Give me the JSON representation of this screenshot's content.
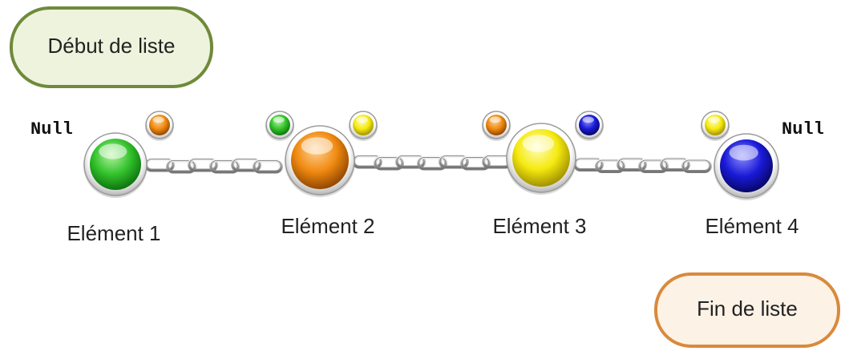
{
  "start_label": "Début de liste",
  "end_label": "Fin de liste",
  "null_left": "Null",
  "null_right": "Null",
  "elements": [
    {
      "label": "Elément 1",
      "color": "green",
      "prev_color": null,
      "next_color": "orange"
    },
    {
      "label": "Elément 2",
      "color": "orange",
      "prev_color": "green",
      "next_color": "yellow"
    },
    {
      "label": "Elément 3",
      "color": "yellow",
      "prev_color": "orange",
      "next_color": "blue"
    },
    {
      "label": "Elément 4",
      "color": "blue",
      "prev_color": "yellow",
      "next_color": null
    }
  ],
  "colors": {
    "green": {
      "light": "#b8f5a6",
      "mid": "#33c22b",
      "dark": "#0a6e0c"
    },
    "orange": {
      "light": "#ffd49a",
      "mid": "#f08a10",
      "dark": "#8a4100"
    },
    "yellow": {
      "light": "#ffffc4",
      "mid": "#f5ea10",
      "dark": "#9a8a00"
    },
    "blue": {
      "light": "#8f8fff",
      "mid": "#1a1ad8",
      "dark": "#05055e"
    }
  },
  "start_box": {
    "fill": "#eef3dd",
    "stroke": "#6f8a3a"
  },
  "end_box": {
    "fill": "#fdf2e6",
    "stroke": "#d98a3c"
  }
}
